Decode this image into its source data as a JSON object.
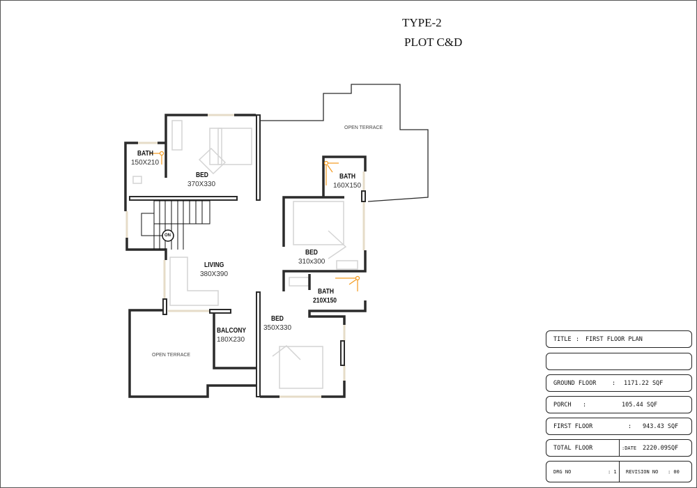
{
  "header": {
    "type": "TYPE-2",
    "plot": "PLOT C&D"
  },
  "rooms": {
    "bath1": {
      "name": "BATH",
      "size": "150X210"
    },
    "bed1": {
      "name": "BED",
      "size": "370X330"
    },
    "bath2": {
      "name": "BATH",
      "size": "160X150"
    },
    "bed2": {
      "name": "BED",
      "size": "310x300"
    },
    "living": {
      "name": "LIVING",
      "size": "380X390"
    },
    "bath3": {
      "name": "BATH",
      "size": "210X150"
    },
    "bed3": {
      "name": "BED",
      "size": "350X330"
    },
    "balcony": {
      "name": "BALCONY",
      "size": "180X230"
    },
    "terrace_top": "OPEN TERRACE",
    "terrace_bottom": "OPEN TERRACE",
    "stair_label": "ON"
  },
  "title_block": {
    "title_label": "TITLE",
    "sep": ":",
    "title_value": "FIRST  FLOOR PLAN",
    "ground_label": "GROUND  FLOOR",
    "ground_value": "1171.22  SQF",
    "porch_label": "PORCH",
    "porch_value": "105.44  SQF",
    "first_label": "FIRST  FLOOR",
    "first_value": "943.43  SQF",
    "total_label": "TOTAL    FLOOR",
    "date_label": ":DATE",
    "total_value": "2220.09SQF",
    "drg_label": "DRG NO",
    "drg_value": ": 1",
    "rev_label": "REVISION NO",
    "rev_value": ": 00"
  },
  "colors": {
    "wall": "#2b2b2b",
    "fixture": "#f39a1e",
    "furniture": "#d4d4d4"
  }
}
